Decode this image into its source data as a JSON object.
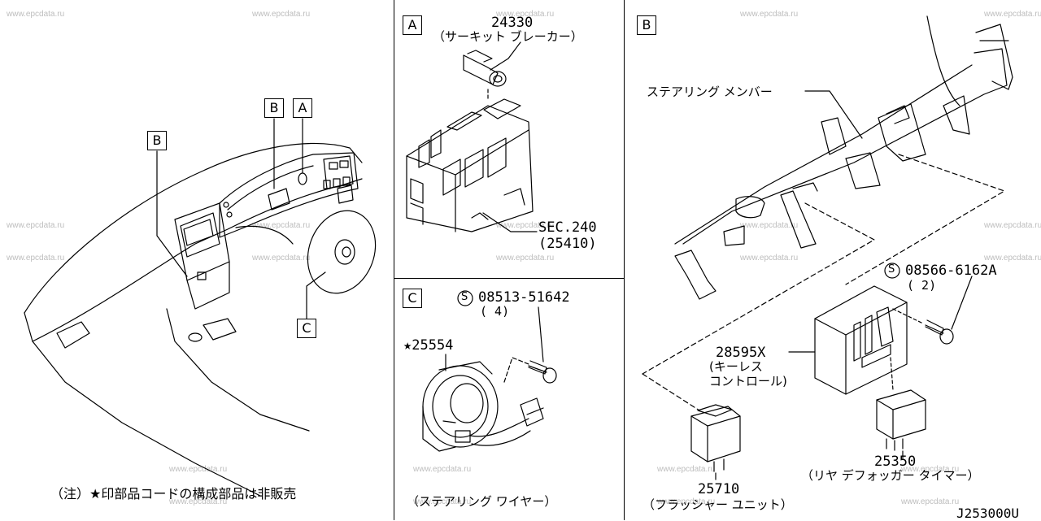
{
  "watermark": "www.epcdata.ru",
  "overview": {
    "box_b": "B",
    "box_a": "A",
    "box_c": "C",
    "note": "（注）★印部品コードの構成部品は非販売"
  },
  "panel_a": {
    "title": "A",
    "part_number": "24330",
    "part_name": "（サーキット ブレーカー）",
    "sec_ref": "SEC.240",
    "sec_part": "(25410)"
  },
  "panel_c": {
    "title": "C",
    "bolt_code": "08513-51642",
    "bolt_qty": "( 4)",
    "part_number": "★25554",
    "part_name": "（ステアリング  ワイヤー）"
  },
  "panel_b": {
    "title": "B",
    "member_name": "ステアリング メンバー",
    "bolt_code": "08566-6162A",
    "bolt_qty": "( 2)",
    "keyless_number": "28595X",
    "keyless_name_1": "(キーレス",
    "keyless_name_2": "コントロール)",
    "timer_number": "25350",
    "timer_name": "（リヤ デフォッガー タイマー）",
    "flasher_number": "25710",
    "flasher_name": "（フラッシャー ユニット）"
  },
  "diagram_code": "J253000U",
  "bolt_symbol": "S"
}
